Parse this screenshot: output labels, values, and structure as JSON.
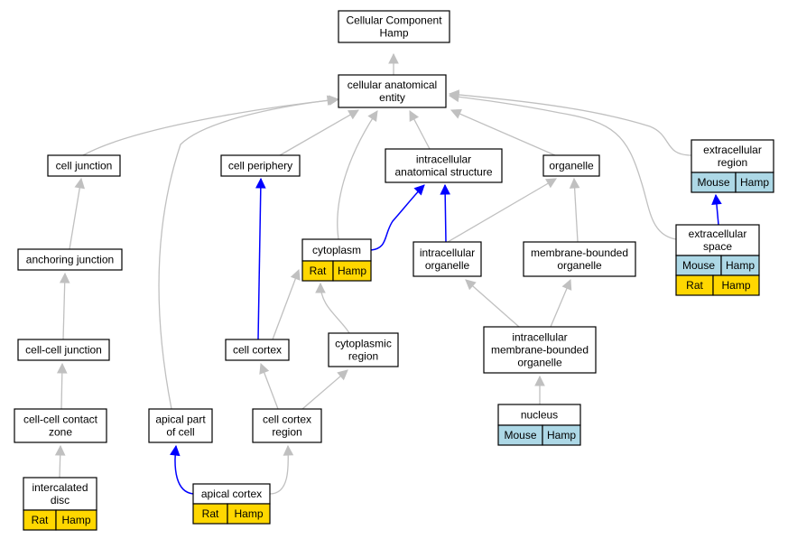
{
  "nodes": {
    "root": {
      "lines": [
        "Cellular Component",
        "Hamp"
      ]
    },
    "cae": {
      "lines": [
        "cellular anatomical",
        "entity"
      ]
    },
    "cj": {
      "lines": [
        "cell junction"
      ]
    },
    "cp": {
      "lines": [
        "cell periphery"
      ]
    },
    "ias": {
      "lines": [
        "intracellular",
        "anatomical structure"
      ]
    },
    "org": {
      "lines": [
        "organelle"
      ]
    },
    "er": {
      "lines": [
        "extracellular",
        "region"
      ],
      "badges": [
        "Mouse",
        "Hamp"
      ]
    },
    "aj": {
      "lines": [
        "anchoring junction"
      ]
    },
    "cyto": {
      "lines": [
        "cytoplasm"
      ],
      "badges": [
        "Rat",
        "Hamp"
      ]
    },
    "io": {
      "lines": [
        "intracellular",
        "organelle"
      ]
    },
    "mbo": {
      "lines": [
        "membrane-bounded",
        "organelle"
      ]
    },
    "es": {
      "lines": [
        "extracellular",
        "space"
      ],
      "badges": [
        "Mouse",
        "Hamp"
      ],
      "badges2": [
        "Rat",
        "Hamp"
      ]
    },
    "ccj": {
      "lines": [
        "cell-cell junction"
      ]
    },
    "cc": {
      "lines": [
        "cell cortex"
      ]
    },
    "cr": {
      "lines": [
        "cytoplasmic",
        "region"
      ]
    },
    "imbo": {
      "lines": [
        "intracellular",
        "membrane-bounded",
        "organelle"
      ]
    },
    "cccz": {
      "lines": [
        "cell-cell contact",
        "zone"
      ]
    },
    "apc": {
      "lines": [
        "apical part",
        "of cell"
      ]
    },
    "ccr": {
      "lines": [
        "cell cortex",
        "region"
      ]
    },
    "nuc": {
      "lines": [
        "nucleus"
      ],
      "badges": [
        "Mouse",
        "Hamp"
      ]
    },
    "idisc": {
      "lines": [
        "intercalated",
        "disc"
      ],
      "badges": [
        "Rat",
        "Hamp"
      ]
    },
    "acx": {
      "lines": [
        "apical cortex"
      ],
      "badges": [
        "Rat",
        "Hamp"
      ]
    }
  },
  "colors": {
    "mouse_badge": "#add8e6",
    "rat_badge": "#ffd700",
    "is_a_edge": "#c0c0c0",
    "part_of_edge": "#0000ff"
  }
}
